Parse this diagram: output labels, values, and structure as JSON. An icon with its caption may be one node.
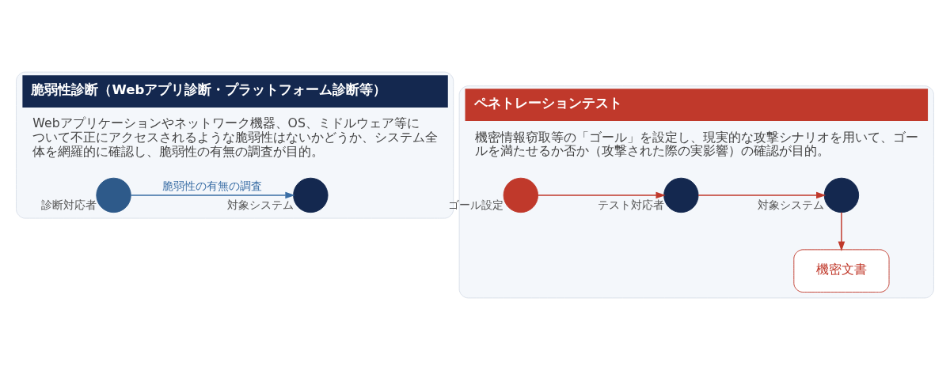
{
  "diagram": {
    "nodes": [
      {
        "text": [
          "脆弱性診断（Webアプリ診断・プラットフォーム診断等）",
          "Webアプリケーションやネットワーク機器、OS、ミドルウェア等について不正にアクセスされるような脆弱性はないかどうか、システム全体を網羅的に確認し、脆弱性の有無の調査が目的。"
        ]
      },
      {
        "text": [],
        "shape": "circle",
        "in": 0,
        "beside": [
          "診断対応者"
        ]
      },
      {
        "text": [],
        "shape": "circle",
        "in": 0,
        "beside": [
          "対象システム"
        ]
      },
      {
        "text": [
          "ペネトレーションテスト",
          "機密情報窃取等の「ゴール」を設定し、現実的な攻撃シナリオを用いて、ゴールを満たせるか否か（攻撃された際の実影響）の確認が目的。"
        ]
      },
      {
        "text": [],
        "shape": "circle",
        "in": 3,
        "beside": [
          "ゴール設定"
        ]
      },
      {
        "text": [],
        "shape": "circle",
        "in": 3,
        "beside": [
          "テスト対応者"
        ]
      },
      {
        "text": [],
        "shape": "circle",
        "in": 3,
        "beside": [
          "対象システム"
        ]
      },
      {
        "text": [
          "機密文書"
        ],
        "in": 3
      }
    ],
    "edges": [
      {
        "from": 1,
        "to": 2,
        "arrow": "to",
        "label": "脆弱性の有無の調査",
        "color": "#3a6ea5"
      },
      {
        "from": 4,
        "to": 5,
        "arrow": "to"
      },
      {
        "from": 5,
        "to": 6,
        "arrow": "to"
      },
      {
        "from": 6,
        "to": 7,
        "arrow": "to"
      }
    ]
  }
}
